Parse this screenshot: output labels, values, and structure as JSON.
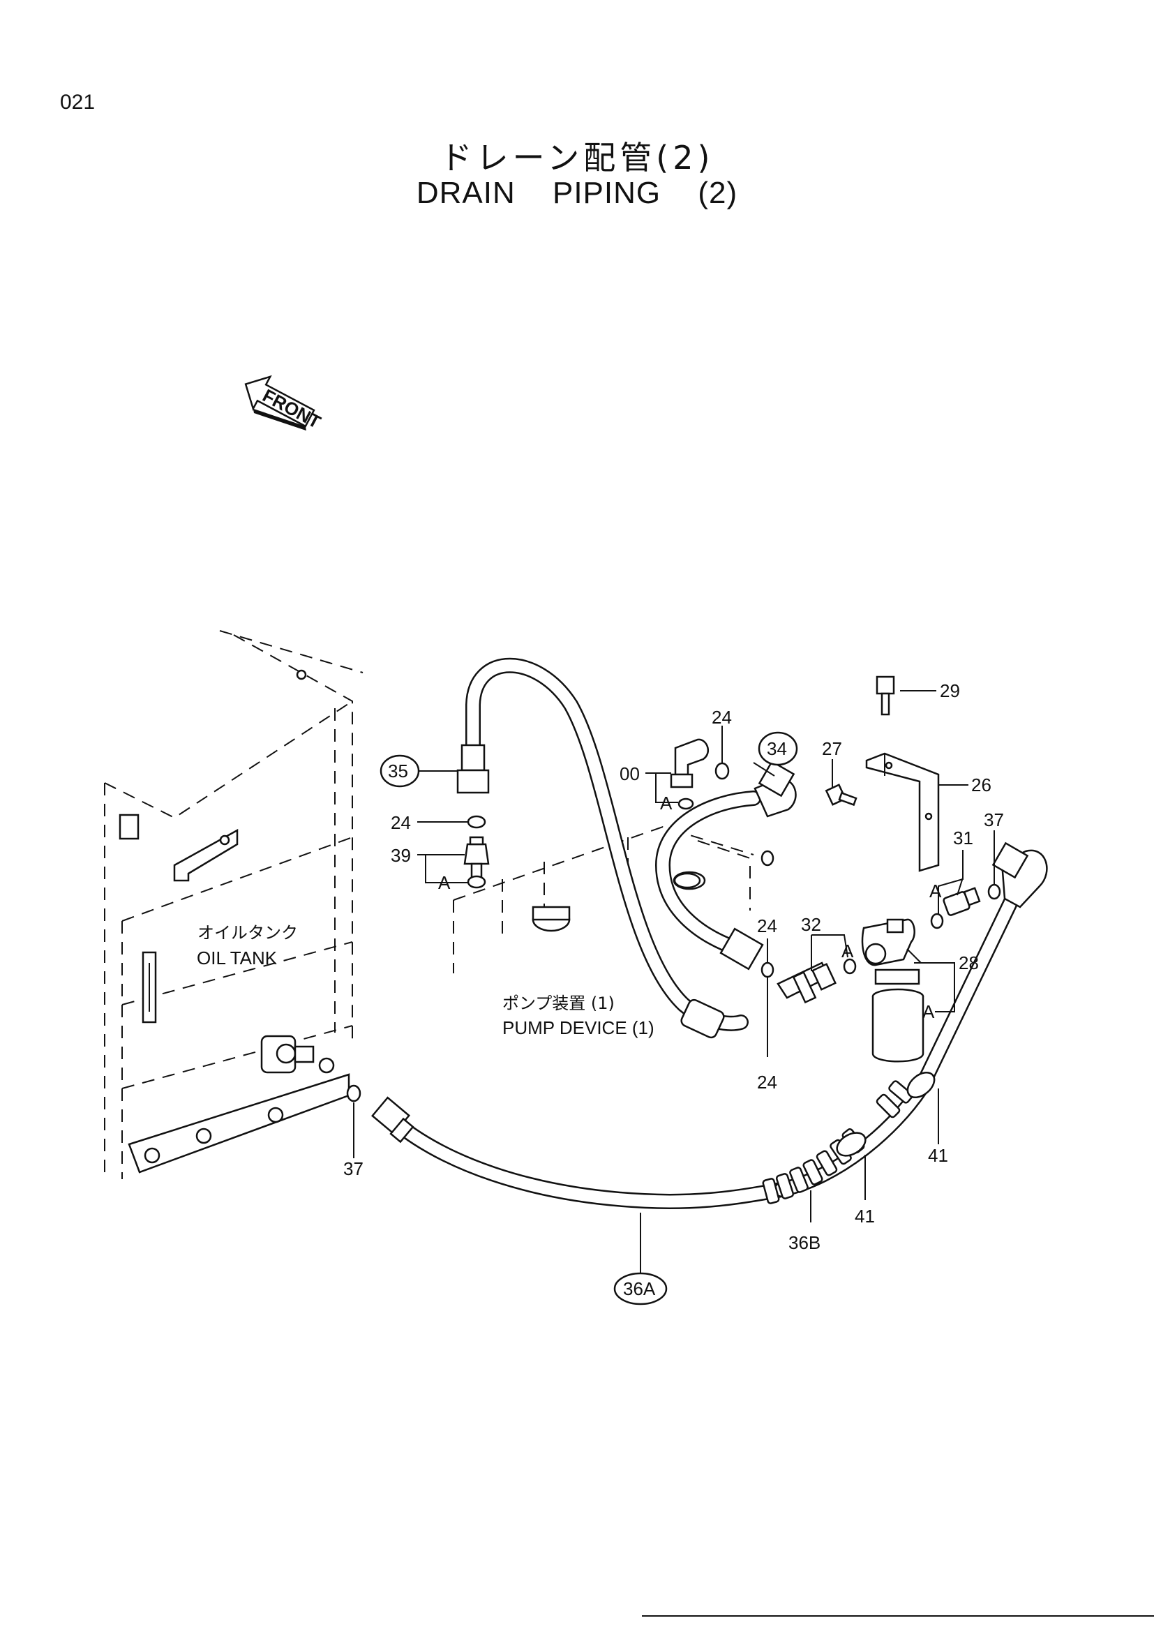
{
  "page": {
    "number": "021",
    "title_jp": "ドレーン配管(2)",
    "title_en": "DRAIN PIPING (2)"
  },
  "front_arrow": {
    "label": "FRONT"
  },
  "components": {
    "oil_tank_jp": "オイルタンク",
    "oil_tank_en": "OIL TANK",
    "pump_jp": "ポンプ装置 (1)",
    "pump_en": "PUMP DEVICE (1)"
  },
  "callouts": {
    "c35": "35",
    "c24a": "24",
    "c39": "39",
    "a1": "A",
    "c00": "00",
    "a2": "A",
    "c24b": "24",
    "c34": "34",
    "c24c": "24",
    "c24d": "24",
    "c32": "32",
    "a3": "A",
    "c27": "27",
    "c29": "29",
    "c26": "26",
    "c31": "31",
    "a4": "A",
    "c37a": "37",
    "c28": "28",
    "a5": "A",
    "c37b": "37",
    "c36a": "36A",
    "c36b": "36B",
    "c41a": "41",
    "c41b": "41"
  }
}
